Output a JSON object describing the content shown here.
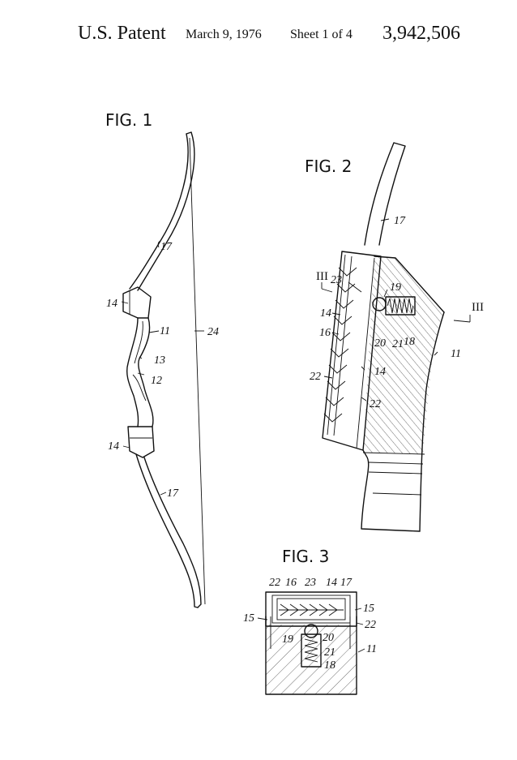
{
  "header": {
    "patent_label": "U.S. Patent",
    "date": "March 9, 1976",
    "sheet": "Sheet 1 of 4",
    "patent_number": "3,942,506"
  },
  "fig1": {
    "title": "FIG. 1",
    "refs": {
      "r17a": "17",
      "r14a": "14",
      "r11": "11",
      "r24": "24",
      "r13": "13",
      "r12": "12",
      "r14b": "14",
      "r17b": "17"
    }
  },
  "fig2": {
    "title": "FIG. 2",
    "refs": {
      "r17": "17",
      "r23": "23",
      "r19": "19",
      "r14a": "14",
      "r16": "16",
      "r20": "20",
      "r21": "21",
      "r18": "18",
      "r11": "11",
      "r22a": "22",
      "r14b": "14",
      "r22b": "22",
      "sec_left": "III",
      "sec_right": "III"
    }
  },
  "fig3": {
    "title": "FIG. 3",
    "refs": {
      "r22a": "22",
      "r16": "16",
      "r23": "23",
      "r14": "14",
      "r17": "17",
      "r15a": "15",
      "r15b": "15",
      "r22b": "22",
      "r19": "19",
      "r20": "20",
      "r21": "21",
      "r18": "18",
      "r11": "11"
    }
  }
}
